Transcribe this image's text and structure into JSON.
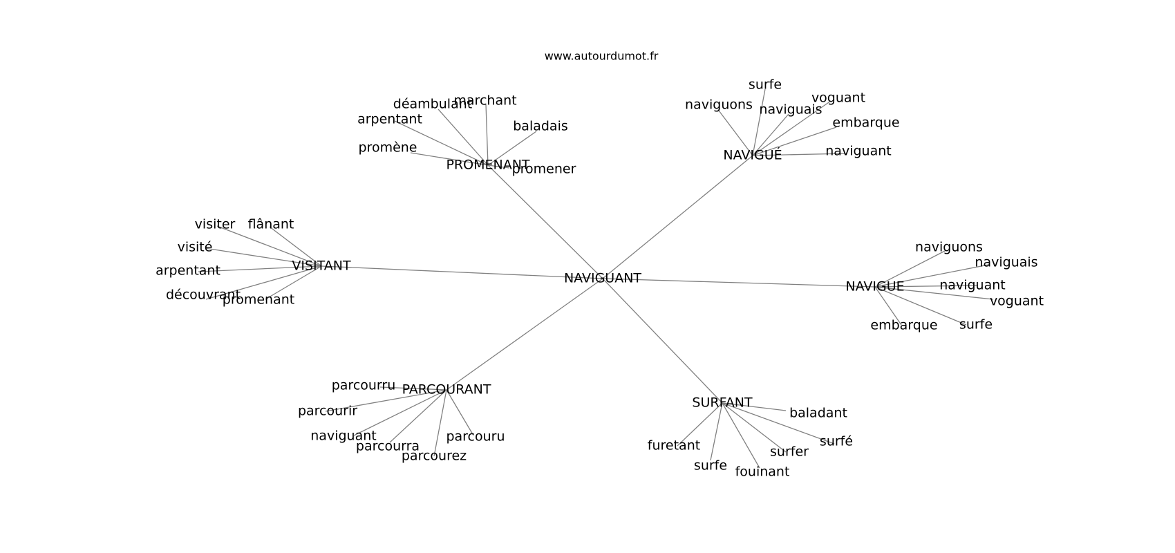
{
  "site": "www.autourdumot.fr",
  "colors": {
    "edge": "#808080",
    "text": "#000000",
    "background": "#ffffff"
  },
  "center": "NAVIGUANT",
  "clusters": [
    {
      "hub": "PROMENANT",
      "words": [
        "déambulant",
        "marchant",
        "arpentant",
        "baladais",
        "promène",
        "promener"
      ]
    },
    {
      "hub": "NAVIGUÉ",
      "words": [
        "surfe",
        "naviguons",
        "voguant",
        "naviguais",
        "embarque",
        "naviguant"
      ]
    },
    {
      "hub": "VISITANT",
      "words": [
        "visiter",
        "flânant",
        "visité",
        "arpentant",
        "découvrant",
        "promenant"
      ]
    },
    {
      "hub": "NAVIGUE",
      "words": [
        "naviguons",
        "naviguais",
        "naviguant",
        "voguant",
        "embarque",
        "surfe"
      ]
    },
    {
      "hub": "PARCOURANT",
      "words": [
        "parcourru",
        "parcourir",
        "naviguant",
        "parcourra",
        "parcourez",
        "parcouru"
      ]
    },
    {
      "hub": "SURFANT",
      "words": [
        "baladant",
        "surfé",
        "surfer",
        "fouinant",
        "surfe",
        "furetant"
      ]
    }
  ]
}
